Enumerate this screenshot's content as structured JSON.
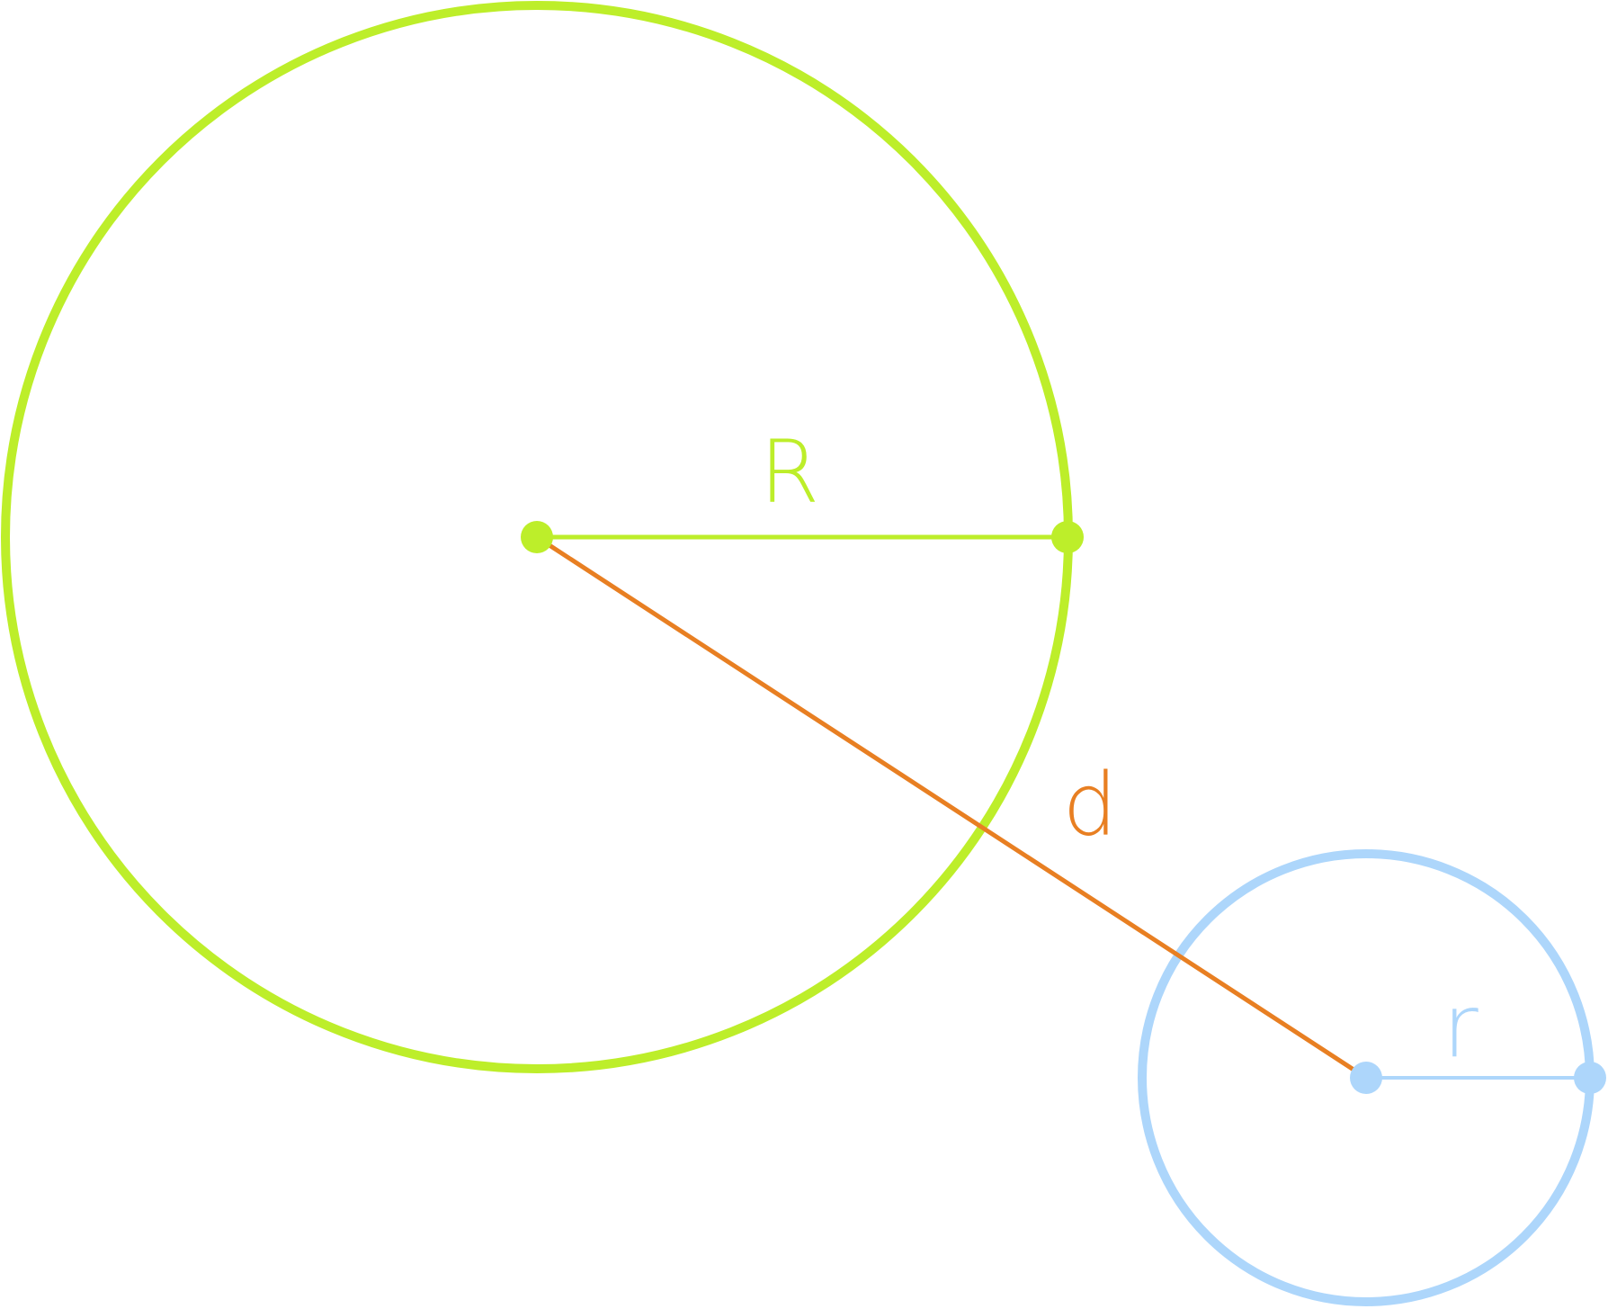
{
  "diagram": {
    "labels": {
      "big_radius": "R",
      "distance": "d",
      "small_radius": "r"
    },
    "colors": {
      "big_circle": "#bdee2a",
      "small_circle": "#add6fb",
      "distance_line": "#e87f22",
      "background": "#ffffff"
    }
  }
}
